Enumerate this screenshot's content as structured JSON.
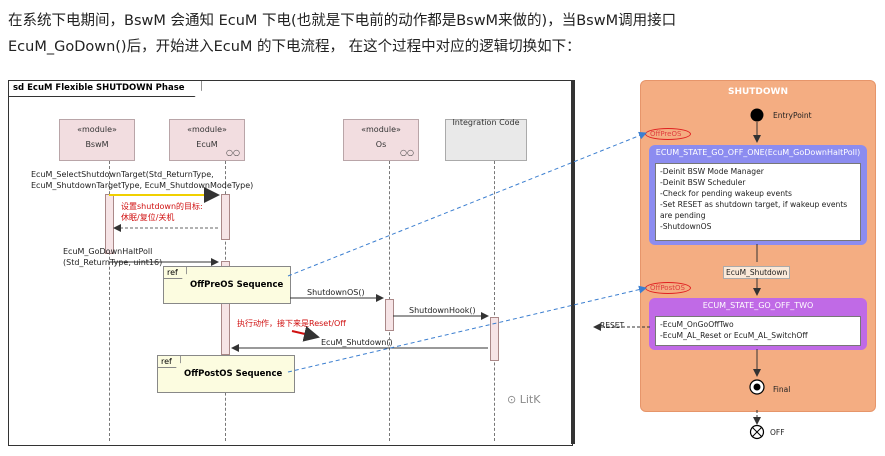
{
  "intro": {
    "line1": "在系统下电期间，BswM 会通知 EcuM 下电(也就是下电前的动作都是BswM来做的)，当BswM调用接口",
    "line2": "EcuM_GoDown()后，开始进入EcuM 的下电流程， 在这个过程中对应的逻辑切换如下："
  },
  "sequence": {
    "frame_title": "sd EcuM Flexible SHUTDOWN Phase",
    "lifelines": [
      {
        "stereotype": "«module»",
        "name": "BswM"
      },
      {
        "stereotype": "«module»",
        "name": "EcuM"
      },
      {
        "stereotype": "«module»",
        "name": "Os"
      },
      {
        "stereotype": "",
        "name": "Integration Code"
      }
    ],
    "msg_select_1": "EcuM_SelectShutdownTarget(Std_ReturnType,",
    "msg_select_2": "EcuM_ShutdownTargetType, EcuM_ShutdownModeType)",
    "note_target_1": "设置shutdown的目标:",
    "note_target_2": "休眠/复位/关机",
    "msg_halt_1": "EcuM_GoDownHaltPoll",
    "msg_halt_2": "(Std_ReturnType, uint16)",
    "ref_label": "ref",
    "ref1_name": "OffPreOS Sequence",
    "ref2_name": "OffPostOS Sequence",
    "msg_shutdown_os": "ShutdownOS()",
    "msg_shutdown_hook": "ShutdownHook()",
    "note_action": "执行动作，接下来是Reset/Off",
    "msg_ecum_shutdown": "EcuM_Shutdown()",
    "watermark": "LitK"
  },
  "states": {
    "panel_title": "SHUTDOWN",
    "entry_label": "EntryPoint",
    "state1_title": "ECUM_STATE_GO_OFF_ONE(EcuM_GoDownHaltPoll)",
    "state1_lines": [
      "-Deinit BSW Mode Manager",
      "-Deinit BSW Scheduler",
      "-Check for pending wakeup events",
      "-Set RESET as shutdown target, if wakeup events",
      "are pending",
      "-ShutdownOS"
    ],
    "transition_label": "EcuM_Shutdown",
    "state2_title": "ECUM_STATE_GO_OFF_TWO",
    "state2_lines": [
      "-EcuM_OnGoOffTwo",
      "-EcuM_AL_Reset or EcuM_AL_SwitchOff"
    ],
    "reset_label": "RESET",
    "final_label": "Final",
    "off_label": "OFF",
    "oval1_text": "OffPreOS",
    "oval2_text": "OffPostOS"
  },
  "colors": {
    "panel": "#f4ad82",
    "state1": "#8c8cf0",
    "state2": "#c06ae6",
    "annotation_red": "#d01010",
    "link_blue": "#3c7fd0"
  }
}
